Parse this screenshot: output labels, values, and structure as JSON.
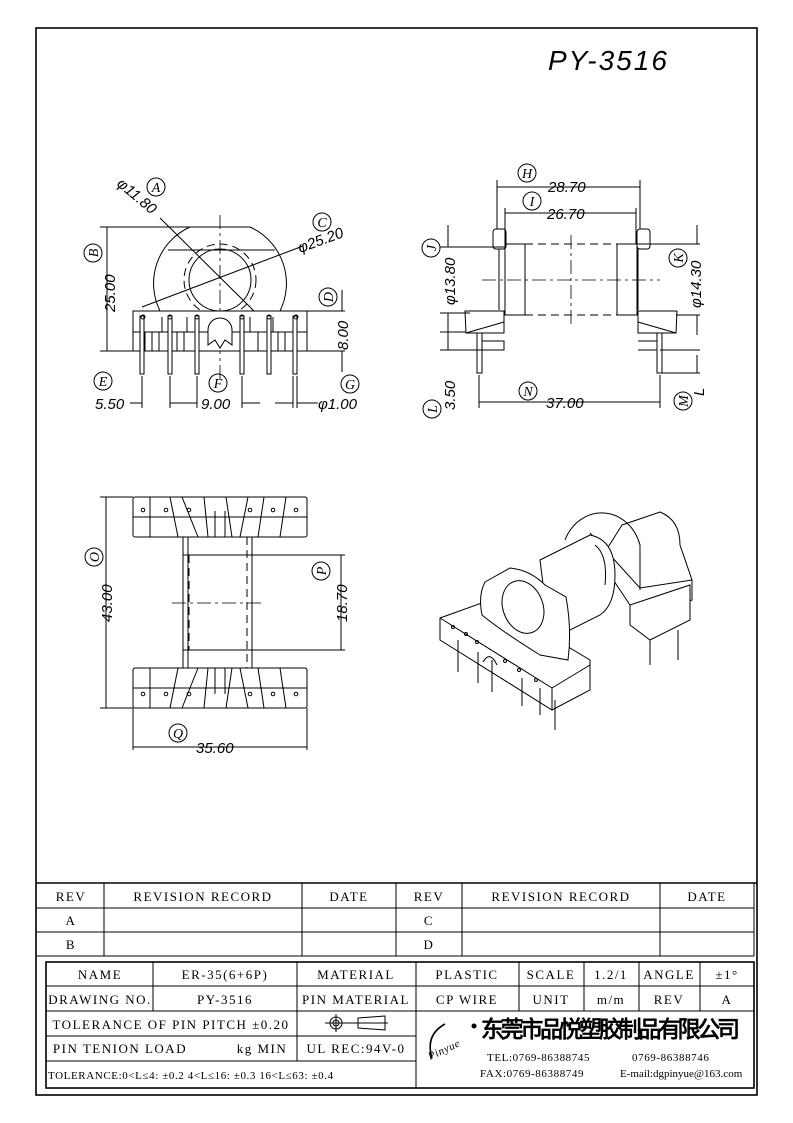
{
  "drawing_title": "PY-3516",
  "front_view": {
    "A": {
      "letter": "A",
      "value": "φ11.80"
    },
    "B": {
      "letter": "B",
      "value": "25.00"
    },
    "C": {
      "letter": "C",
      "value": "φ25.20"
    },
    "D": {
      "letter": "D",
      "value": "8.00"
    },
    "E": {
      "letter": "E",
      "value": "5.50"
    },
    "F": {
      "letter": "F",
      "value": "9.00"
    },
    "G": {
      "letter": "G",
      "value": "φ1.00"
    }
  },
  "side_view": {
    "H": {
      "letter": "H",
      "value": "28.70"
    },
    "I": {
      "letter": "I",
      "value": "26.70"
    },
    "J": {
      "letter": "J",
      "value": "φ13.80"
    },
    "K": {
      "letter": "K",
      "value": "φ14.30"
    },
    "L": {
      "letter": "L",
      "value": "3.50"
    },
    "M": {
      "letter": "M",
      "value": "L"
    },
    "N": {
      "letter": "N",
      "value": "37.00"
    }
  },
  "bottom_view": {
    "O": {
      "letter": "O",
      "value": "43.00"
    },
    "P": {
      "letter": "P",
      "value": "18.70"
    },
    "Q": {
      "letter": "Q",
      "value": "35.60"
    }
  },
  "revision_table": {
    "headers": [
      "REV",
      "REVISION RECORD",
      "DATE",
      "REV",
      "REVISION RECORD",
      "DATE"
    ],
    "rows": [
      [
        "A",
        "",
        "",
        "C",
        "",
        ""
      ],
      [
        "B",
        "",
        "",
        "D",
        "",
        ""
      ]
    ]
  },
  "title_block": {
    "name_label": "NAME",
    "name_value": "ER-35(6+6P)",
    "material_label": "MATERIAL",
    "material_value": "PLASTIC",
    "scale_label": "SCALE",
    "scale_value": "1.2/1",
    "angle_label": "ANGLE",
    "angle_value": "±1°",
    "drawing_no_label": "DRAWING NO.",
    "drawing_no_value": "PY-3516",
    "pin_material_label": "PIN MATERIAL",
    "pin_material_value": "CP WIRE",
    "unit_label": "UNIT",
    "unit_value": "m/m",
    "rev_label": "REV",
    "rev_value": "A",
    "pin_pitch_tolerance": "TOLERANCE OF PIN PITCH ±0.20",
    "pin_tension_label": "PIN TENION LOAD",
    "pin_tension_unit": "kg MIN",
    "ul_rec": "UL REC:94V-0",
    "tolerance": "TOLERANCE:0<L≤4: ±0.2   4<L≤16: ±0.3   16<L≤63: ±0.4"
  },
  "company": {
    "logo": "Pinyue",
    "name": "东莞市品悦塑胶制品有限公司",
    "tel": "TEL:0769-86388745",
    "tel2": "0769-86388746",
    "fax": "FAX:0769-86388749",
    "email": "E-mail:dgpinyue@163.com"
  }
}
